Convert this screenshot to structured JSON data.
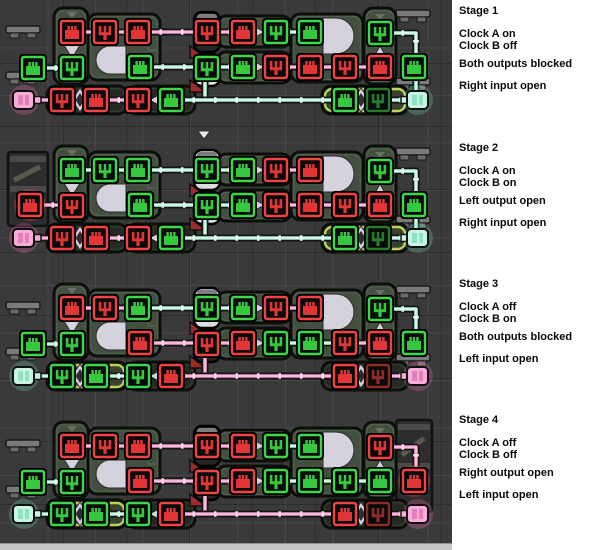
{
  "colors": {
    "bg": "#3a3a3a",
    "sidebar_bg": "#ffffff",
    "text": "#0a0a0a",
    "wire_pink": "#ee9cc9",
    "wire_pink_core": "#ffd9ec",
    "wire_cyan": "#b2efd5",
    "wire_cyan_core": "#e9fff6",
    "port_red": "#f04343",
    "port_red_glyph": "#e23636",
    "port_green": "#3ed64a",
    "port_green_glyph": "#36c940",
    "port_green_dim": "#247c2c",
    "port_red_dim": "#8f2b27",
    "highlight_border": "#bcd25a",
    "panel_fill": "#43503f",
    "panel_dark_fill": "#242a22",
    "gate_fill": "#d6d2dd",
    "capsule_light": "#dedede",
    "capsule_dark": "#262626",
    "wedge_red": "#9c2b2b",
    "metal": "#7d7d7d",
    "machine_fill": "#2d2d2d",
    "conn_pink": "#f6aed8",
    "conn_cyan": "#c9f4e2"
  },
  "sidebar": {
    "stages": [
      {
        "title": "Stage 1",
        "clock_a": "Clock A on",
        "clock_b": "Clock B off",
        "output_state": "Both outputs blocked",
        "input_state": "Right input open"
      },
      {
        "title": "Stage 2",
        "clock_a": "Clock A on",
        "clock_b": "Clock B on",
        "output_state": "Left output open",
        "input_state": "Right input open"
      },
      {
        "title": "Stage 3",
        "clock_a": "Clock A off",
        "clock_b": "Clock B on",
        "output_state": "Both outputs blocked",
        "input_state": "Left input open"
      },
      {
        "title": "Stage 4",
        "clock_a": "Clock A off",
        "clock_b": "Clock B off",
        "output_state": "Right output open",
        "input_state": "Left input open"
      }
    ]
  },
  "circuit": {
    "stages": [
      {
        "ports": {
          "p0": "g",
          "p1": "r",
          "p2": "g",
          "p3": "r",
          "p4": "r",
          "p5": "g",
          "p6": "r",
          "p7": "g",
          "p8": "r",
          "p9": "g",
          "p10": "g",
          "p11": "r",
          "p12": "g",
          "p13": "r",
          "p14": "r",
          "p15": "g",
          "p16": "r",
          "p17": "g",
          "b1": "r",
          "b2": "r",
          "b3": "r",
          "b4": "g",
          "b5": "g",
          "b6": "gd"
        },
        "wires": {
          "p0p2": "cyan",
          "p1p3": "pink",
          "p3p4": "pink",
          "p4p6": "pink",
          "p6p8": "pink",
          "p9p12": "cyan",
          "p5p7": "cyan",
          "p7p10": "cyan",
          "p11p13": "pink",
          "p13p14": "pink",
          "p14p16": "pink",
          "p15p17": "cyan",
          "v17": "cyan",
          "v1": "cyan",
          "inb1": "pink",
          "b1b2": "pink",
          "b2b3": "pink",
          "b3t": "pink",
          "tb4": "cyan",
          "b4b5": "cyan",
          "b5b6": "cyan",
          "b6out": "cyan"
        },
        "connectors": {
          "in": "pink",
          "out": "cyan"
        },
        "bridges": {
          "top": "dark",
          "bottom": "light"
        },
        "highlight": "right",
        "left_scenery": "brackets",
        "right_scenery": "brackets",
        "marker": false
      },
      {
        "ports": {
          "ml": "r",
          "p1": "g",
          "p2": "r",
          "p3": "g",
          "p4": "g",
          "p5": "g",
          "p6": "g",
          "p7": "g",
          "p8": "g",
          "p9": "r",
          "p10": "g",
          "p11": "r",
          "p12": "r",
          "p13": "r",
          "p14": "r",
          "p15": "g",
          "p16": "r",
          "p17": "g",
          "b1": "r",
          "b2": "r",
          "b3": "r",
          "b4": "g",
          "b5": "g",
          "b6": "gd"
        },
        "wires": {
          "mlp2": "pink",
          "p1p3": "cyan",
          "p3p4": "cyan",
          "p4p6": "cyan",
          "p6p8": "cyan",
          "p9p12": "pink",
          "p5p7": "cyan",
          "p7p10": "cyan",
          "p11p13": "pink",
          "p13p14": "pink",
          "p14p16": "pink",
          "p15p17": "cyan",
          "v17": "cyan",
          "v1": "cyan",
          "inb1": "pink",
          "b1b2": "pink",
          "b2b3": "pink",
          "b3t": "pink",
          "tb4": "cyan",
          "b4b5": "cyan",
          "b5b6": "cyan",
          "b6out": "cyan"
        },
        "connectors": {
          "in": "pink",
          "out": "cyan"
        },
        "bridges": {
          "top": "light",
          "bottom": "light"
        },
        "highlight": "right",
        "left_scenery": "machine",
        "right_scenery": "brackets",
        "marker": true
      },
      {
        "ports": {
          "p0": "g",
          "p1": "r",
          "p2": "g",
          "p3": "r",
          "p4": "g",
          "p5": "r",
          "p6": "g",
          "p7": "r",
          "p8": "g",
          "p9": "r",
          "p10": "r",
          "p11": "g",
          "p12": "r",
          "p13": "g",
          "p14": "r",
          "p15": "g",
          "p16": "r",
          "p17": "g",
          "b1": "g",
          "b2": "g",
          "b3": "g",
          "b4": "r",
          "b5": "r",
          "b6": "rd"
        },
        "wires": {
          "p0p2": "cyan",
          "p1p3": "pink",
          "p3p4": "pink",
          "p4p6": "cyan",
          "p6p8": "cyan",
          "p9p12": "pink",
          "p5p7": "pink",
          "p7p10": "pink",
          "p11p13": "cyan",
          "p13p14": "cyan",
          "p14p16": "pink",
          "p15p17": "cyan",
          "v1": "pink",
          "inb1": "cyan",
          "b1b2": "cyan",
          "b2b3": "cyan",
          "b3t": "cyan",
          "tb4": "pink",
          "b4b5": "pink",
          "b5b6": "pink",
          "b6out": "pink"
        },
        "connectors": {
          "in": "cyan",
          "out": "pink"
        },
        "bridges": {
          "top": "light",
          "bottom": "dark"
        },
        "highlight": "left",
        "left_scenery": "brackets",
        "right_scenery": "brackets",
        "marker": false
      },
      {
        "ports": {
          "p0": "g",
          "p1": "r",
          "p2": "g",
          "p3": "r",
          "p4": "r",
          "p5": "r",
          "p6": "r",
          "p7": "r",
          "p8": "r",
          "p9": "g",
          "p10": "r",
          "p11": "g",
          "p12": "g",
          "p13": "g",
          "p14": "g",
          "p15": "r",
          "p16": "g",
          "m17": "r",
          "b1": "g",
          "b2": "g",
          "b3": "g",
          "b4": "r",
          "b5": "r",
          "b6": "rd"
        },
        "wires": {
          "p0p2": "cyan",
          "p1p3": "pink",
          "p3p4": "pink",
          "p4p6": "pink",
          "p6p8": "pink",
          "p9p12": "cyan",
          "p5p7": "pink",
          "p7p10": "pink",
          "p11p13": "cyan",
          "p13p14": "cyan",
          "p14p16": "cyan",
          "p15p17": "pink",
          "v1": "pink",
          "inb1": "cyan",
          "b1b2": "cyan",
          "b2b3": "cyan",
          "b3t": "cyan",
          "tb4": "pink",
          "b4b5": "pink",
          "b5b6": "pink",
          "b6out": "pink"
        },
        "connectors": {
          "in": "cyan",
          "out": "pink"
        },
        "bridges": {
          "top": "dark",
          "bottom": "dark"
        },
        "highlight": "left",
        "left_scenery": "brackets",
        "right_scenery": "machine",
        "marker": false
      }
    ]
  }
}
